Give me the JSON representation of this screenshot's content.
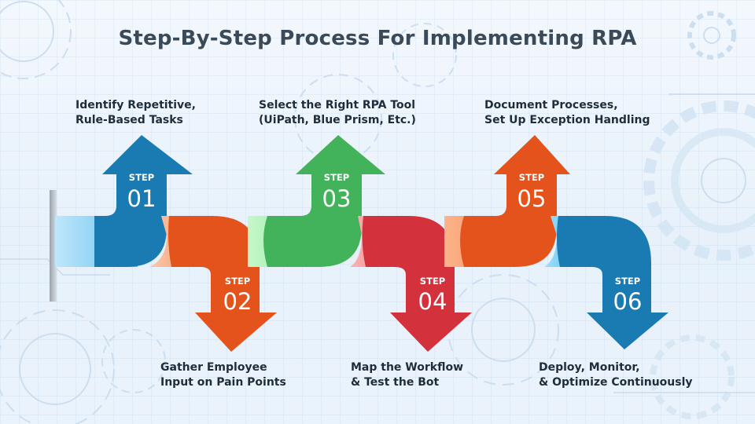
{
  "title": "Step-By-Step Process For Implementing RPA",
  "steps": [
    {
      "word": "STEP",
      "num": "01",
      "color": "#1a7ab2",
      "line1": "Identify Repetitive,",
      "line2": "Rule-Based Tasks"
    },
    {
      "word": "STEP",
      "num": "02",
      "color": "#e4531c",
      "line1": "Gather Employee",
      "line2": "Input on Pain Points"
    },
    {
      "word": "STEP",
      "num": "03",
      "color": "#42b35a",
      "line1": "Select the Right RPA Tool",
      "line2": "(UiPath, Blue Prism, Etc.)"
    },
    {
      "word": "STEP",
      "num": "04",
      "color": "#d3323d",
      "line1": "Map the Workflow",
      "line2": "& Test the Bot"
    },
    {
      "word": "STEP",
      "num": "05",
      "color": "#e4531c",
      "line1": "Document Processes,",
      "line2": "Set Up Exception Handling"
    },
    {
      "word": "STEP",
      "num": "06",
      "color": "#1a7ab2",
      "line1": "Deploy, Monitor,",
      "line2": "& Optimize Continuously"
    }
  ]
}
